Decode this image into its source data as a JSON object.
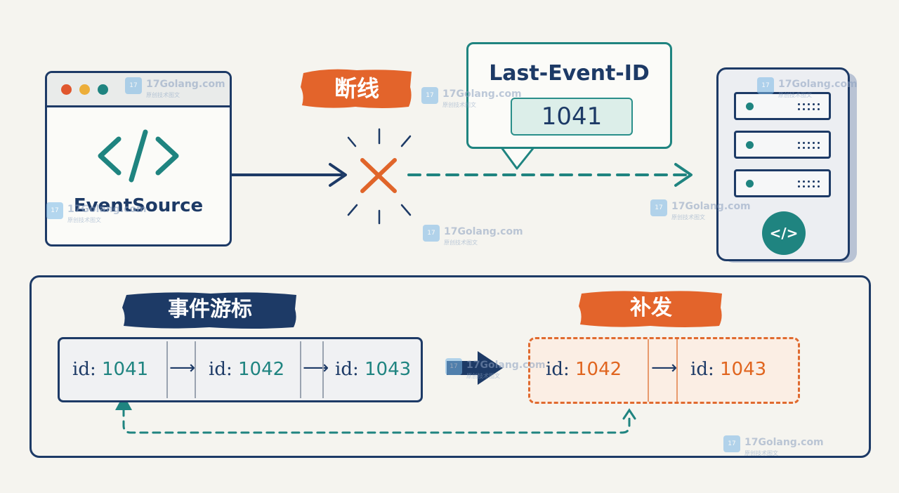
{
  "client": {
    "label": "EventSource",
    "code_icon": "code-icon"
  },
  "disconnect_label": "断线",
  "callout": {
    "title": "Last-Event-ID",
    "value": "1041"
  },
  "server": {
    "icon": "server-code-icon"
  },
  "cursor": {
    "label": "事件游标",
    "items": [
      {
        "key": "id:",
        "value": "1041"
      },
      {
        "key": "id:",
        "value": "1042"
      },
      {
        "key": "id:",
        "value": "1043"
      }
    ]
  },
  "resend": {
    "label": "补发",
    "items": [
      {
        "key": "id:",
        "value": "1042"
      },
      {
        "key": "id:",
        "value": "1043"
      }
    ]
  },
  "watermark": {
    "text": "17Golang.com",
    "sub": "原创技术图文"
  },
  "colors": {
    "navy": "#1d3a66",
    "teal": "#1f8480",
    "orange": "#e0651f",
    "background": "#f5f4ef"
  }
}
